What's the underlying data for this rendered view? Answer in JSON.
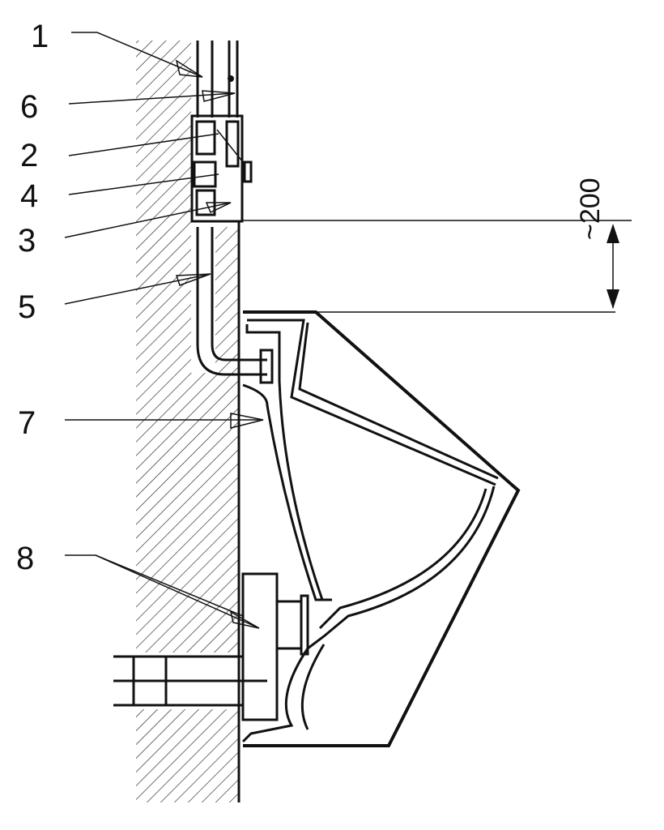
{
  "labels": {
    "l1": "1",
    "l6": "6",
    "l2": "2",
    "l4": "4",
    "l3": "3",
    "l5": "5",
    "l7": "7",
    "l8": "8"
  },
  "dimension": {
    "text": "~200"
  }
}
